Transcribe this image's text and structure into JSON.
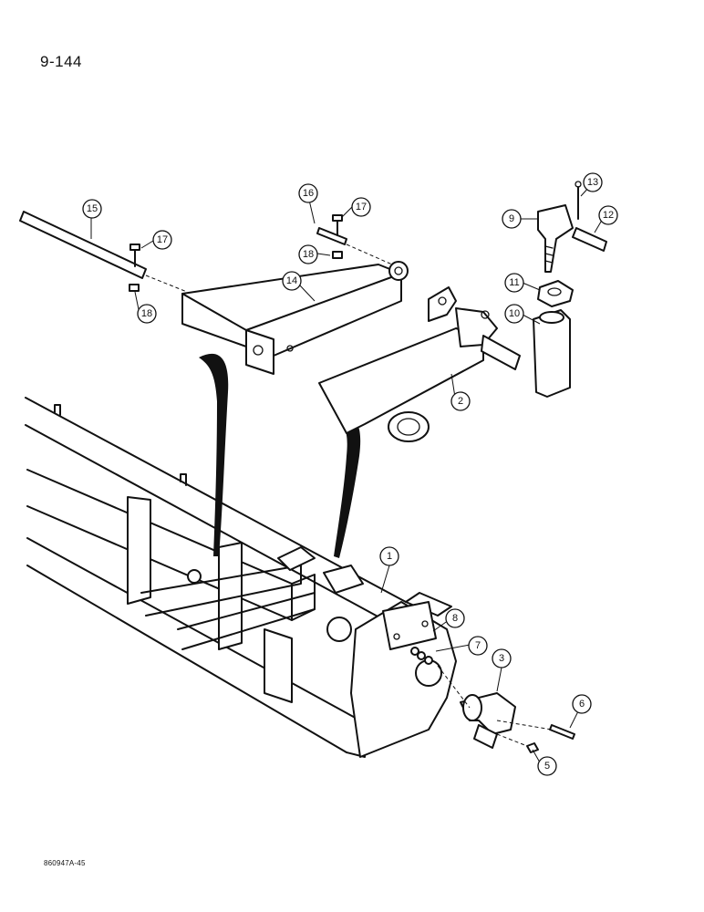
{
  "page": {
    "number": "9-144",
    "figure_code": "860947A-45"
  },
  "callouts": [
    "1",
    "2",
    "3",
    "5",
    "6",
    "7",
    "8",
    "9",
    "10",
    "11",
    "12",
    "13",
    "14",
    "15",
    "16",
    "17",
    "17",
    "18",
    "18"
  ]
}
